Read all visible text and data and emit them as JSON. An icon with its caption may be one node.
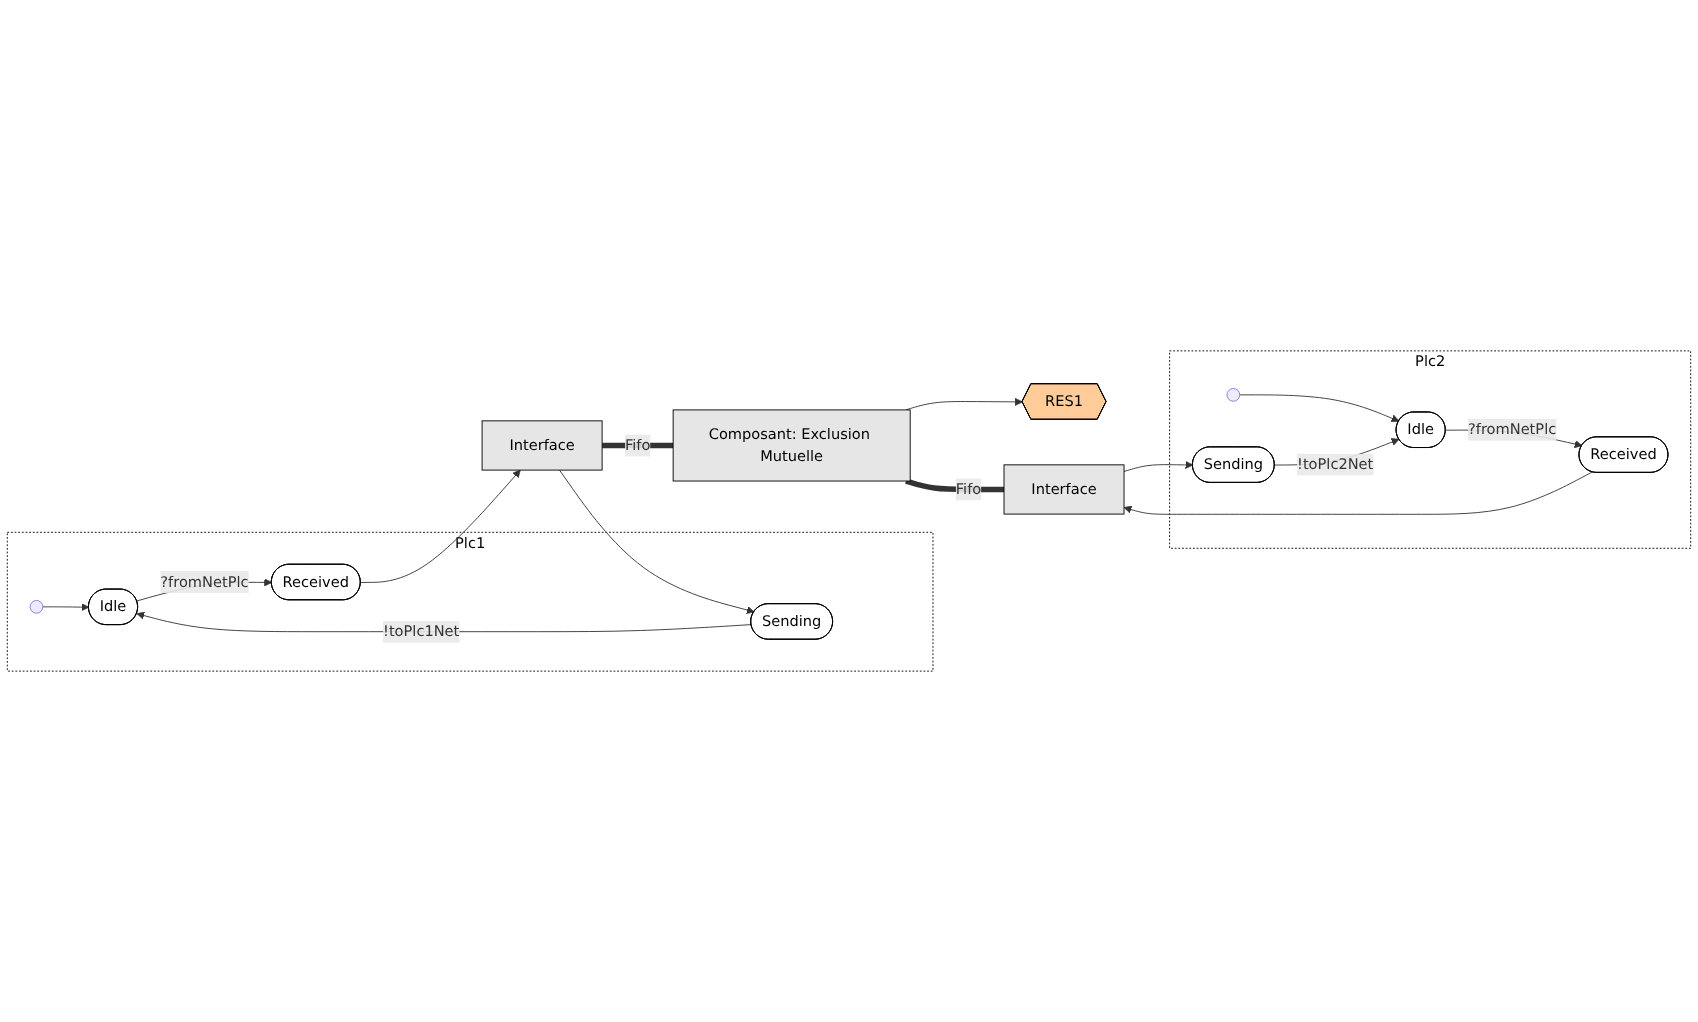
{
  "diagram": {
    "nodes": [
      {
        "text": [
          "Plc1"
        ]
      },
      {
        "text": [],
        "shape": "circle",
        "in": 0
      },
      {
        "text": [
          "Idle"
        ],
        "in": 0
      },
      {
        "text": [
          "Received"
        ],
        "in": 0
      },
      {
        "text": [
          "Interface"
        ]
      },
      {
        "text": [
          "Sending"
        ],
        "in": 0
      },
      {
        "text": [
          "Composant: Exclusion Mutuelle"
        ]
      },
      {
        "text": [
          "RES1"
        ]
      },
      {
        "text": [
          "Plc2"
        ]
      },
      {
        "text": [],
        "shape": "circle",
        "in": 8
      },
      {
        "text": [
          "Idle"
        ],
        "in": 8
      },
      {
        "text": [
          "Received"
        ],
        "in": 8
      },
      {
        "text": [
          "Interface"
        ]
      },
      {
        "text": [
          "Sending"
        ],
        "in": 8
      }
    ],
    "edges": [
      {
        "from": 1,
        "to": 2,
        "arrow": "to"
      },
      {
        "from": 2,
        "to": 3,
        "arrow": "to",
        "label": "?fromNetPlc"
      },
      {
        "from": 3,
        "to": 4,
        "arrow": "to"
      },
      {
        "from": 4,
        "to": 5,
        "arrow": "to"
      },
      {
        "from": 5,
        "to": 2,
        "arrow": "to",
        "label": "!toPlc1Net"
      },
      {
        "from": 4,
        "to": 6,
        "arrow": "none",
        "label": "Fifo",
        "style": "thick"
      },
      {
        "from": 6,
        "to": 7,
        "arrow": "to"
      },
      {
        "from": 9,
        "to": 10,
        "arrow": "to"
      },
      {
        "from": 10,
        "to": 11,
        "arrow": "to",
        "label": "?fromNetPlc"
      },
      {
        "from": 11,
        "to": 12,
        "arrow": "to"
      },
      {
        "from": 12,
        "to": 13,
        "arrow": "to"
      },
      {
        "from": 13,
        "to": 10,
        "arrow": "to",
        "label": "!toPlc2Net"
      },
      {
        "from": 6,
        "to": 12,
        "arrow": "none",
        "label": "Fifo",
        "style": "thick"
      }
    ]
  }
}
